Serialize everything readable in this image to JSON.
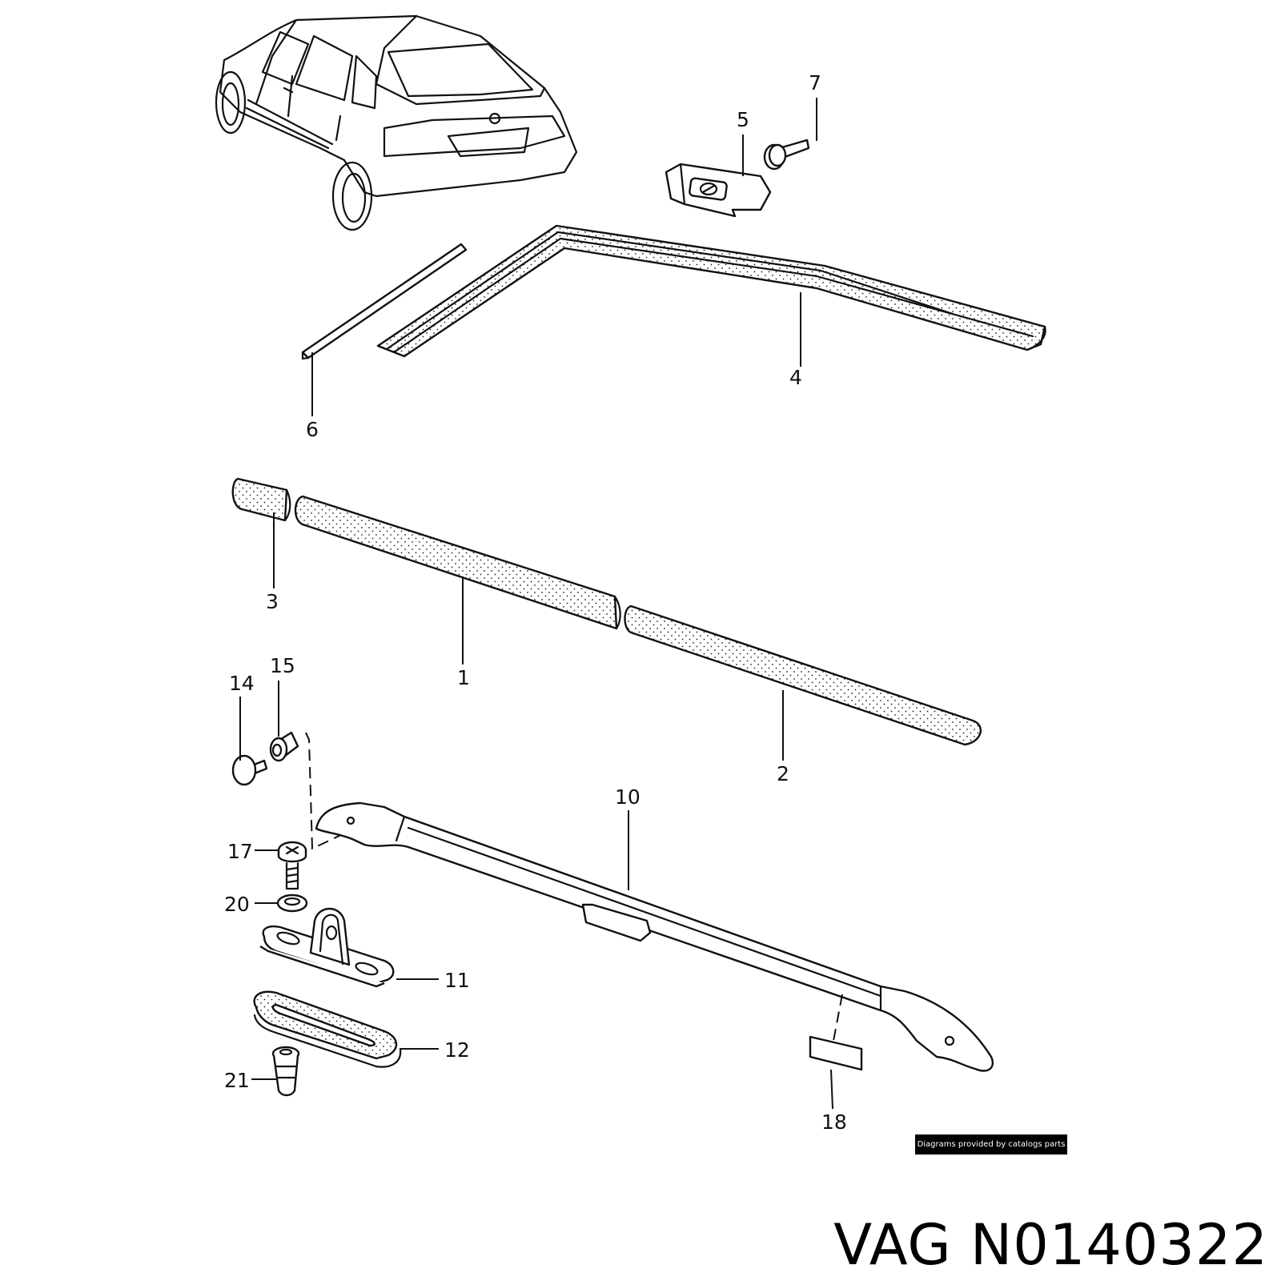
{
  "callouts": {
    "c1": "1",
    "c2": "2",
    "c3": "3",
    "c4": "4",
    "c5": "5",
    "c6": "6",
    "c7": "7",
    "c10": "10",
    "c11": "11",
    "c12": "12",
    "c14": "14",
    "c15": "15",
    "c17": "17",
    "c18": "18",
    "c20": "20",
    "c21": "21"
  },
  "credit": "Diagrams provided by catalogs parts",
  "brand": "VAG",
  "part_number": "N0140322",
  "icons": [
    "car-illustration",
    "screw-icon",
    "clip-icon",
    "roof-rail",
    "moulding-strip"
  ]
}
